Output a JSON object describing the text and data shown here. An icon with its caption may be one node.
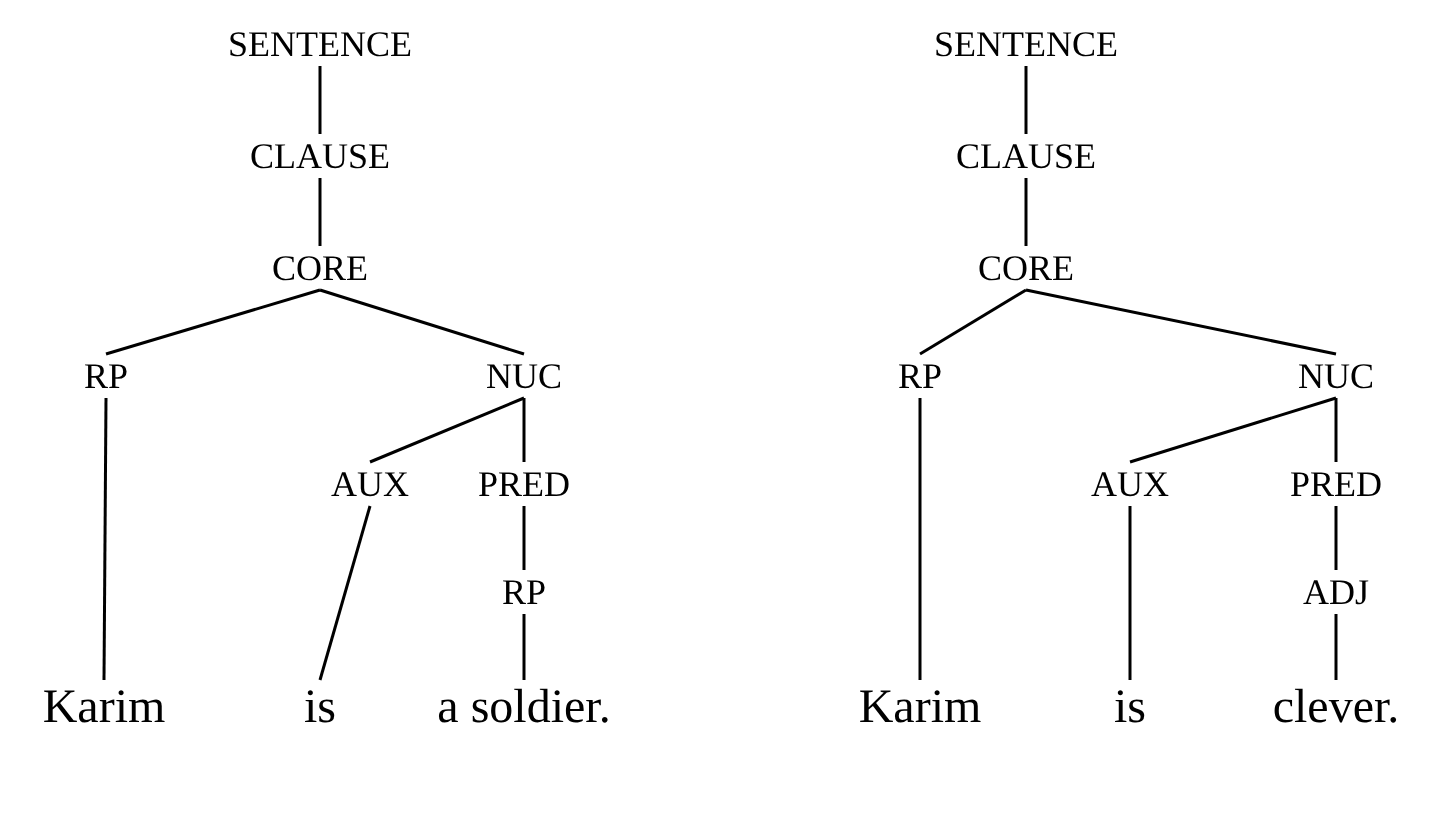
{
  "diagram": {
    "nodes": [
      {
        "text": [
          "SENTENCE"
        ]
      },
      {
        "text": [
          "CLAUSE"
        ]
      },
      {
        "text": [
          "CORE"
        ]
      },
      {
        "text": [
          "RP"
        ]
      },
      {
        "text": [
          "NUC"
        ]
      },
      {
        "text": [
          "AUX"
        ]
      },
      {
        "text": [
          "PRED"
        ]
      },
      {
        "text": [
          "RP"
        ]
      },
      {
        "text": [
          "Karim"
        ]
      },
      {
        "text": [
          "is"
        ]
      },
      {
        "text": [
          "a soldier."
        ]
      },
      {
        "text": [
          "SENTENCE"
        ]
      },
      {
        "text": [
          "CLAUSE"
        ]
      },
      {
        "text": [
          "CORE"
        ]
      },
      {
        "text": [
          "RP"
        ]
      },
      {
        "text": [
          "NUC"
        ]
      },
      {
        "text": [
          "AUX"
        ]
      },
      {
        "text": [
          "PRED"
        ]
      },
      {
        "text": [
          "ADJ"
        ]
      },
      {
        "text": [
          "Karim"
        ]
      },
      {
        "text": [
          "is"
        ]
      },
      {
        "text": [
          "clever."
        ]
      }
    ],
    "edges": [
      {
        "from": 0,
        "to": 1,
        "arrow": "none"
      },
      {
        "from": 1,
        "to": 2,
        "arrow": "none"
      },
      {
        "from": 2,
        "to": 3,
        "arrow": "none"
      },
      {
        "from": 2,
        "to": 4,
        "arrow": "none"
      },
      {
        "from": 4,
        "to": 5,
        "arrow": "none"
      },
      {
        "from": 4,
        "to": 6,
        "arrow": "none"
      },
      {
        "from": 6,
        "to": 7,
        "arrow": "none"
      },
      {
        "from": 3,
        "to": 8,
        "arrow": "none"
      },
      {
        "from": 5,
        "to": 9,
        "arrow": "none"
      },
      {
        "from": 7,
        "to": 10,
        "arrow": "none"
      },
      {
        "from": 11,
        "to": 12,
        "arrow": "none"
      },
      {
        "from": 12,
        "to": 13,
        "arrow": "none"
      },
      {
        "from": 13,
        "to": 14,
        "arrow": "none"
      },
      {
        "from": 13,
        "to": 15,
        "arrow": "none"
      },
      {
        "from": 15,
        "to": 16,
        "arrow": "none"
      },
      {
        "from": 15,
        "to": 17,
        "arrow": "none"
      },
      {
        "from": 17,
        "to": 18,
        "arrow": "none"
      },
      {
        "from": 14,
        "to": 19,
        "arrow": "none"
      },
      {
        "from": 16,
        "to": 20,
        "arrow": "none"
      },
      {
        "from": 18,
        "to": 21,
        "arrow": "none"
      }
    ]
  }
}
